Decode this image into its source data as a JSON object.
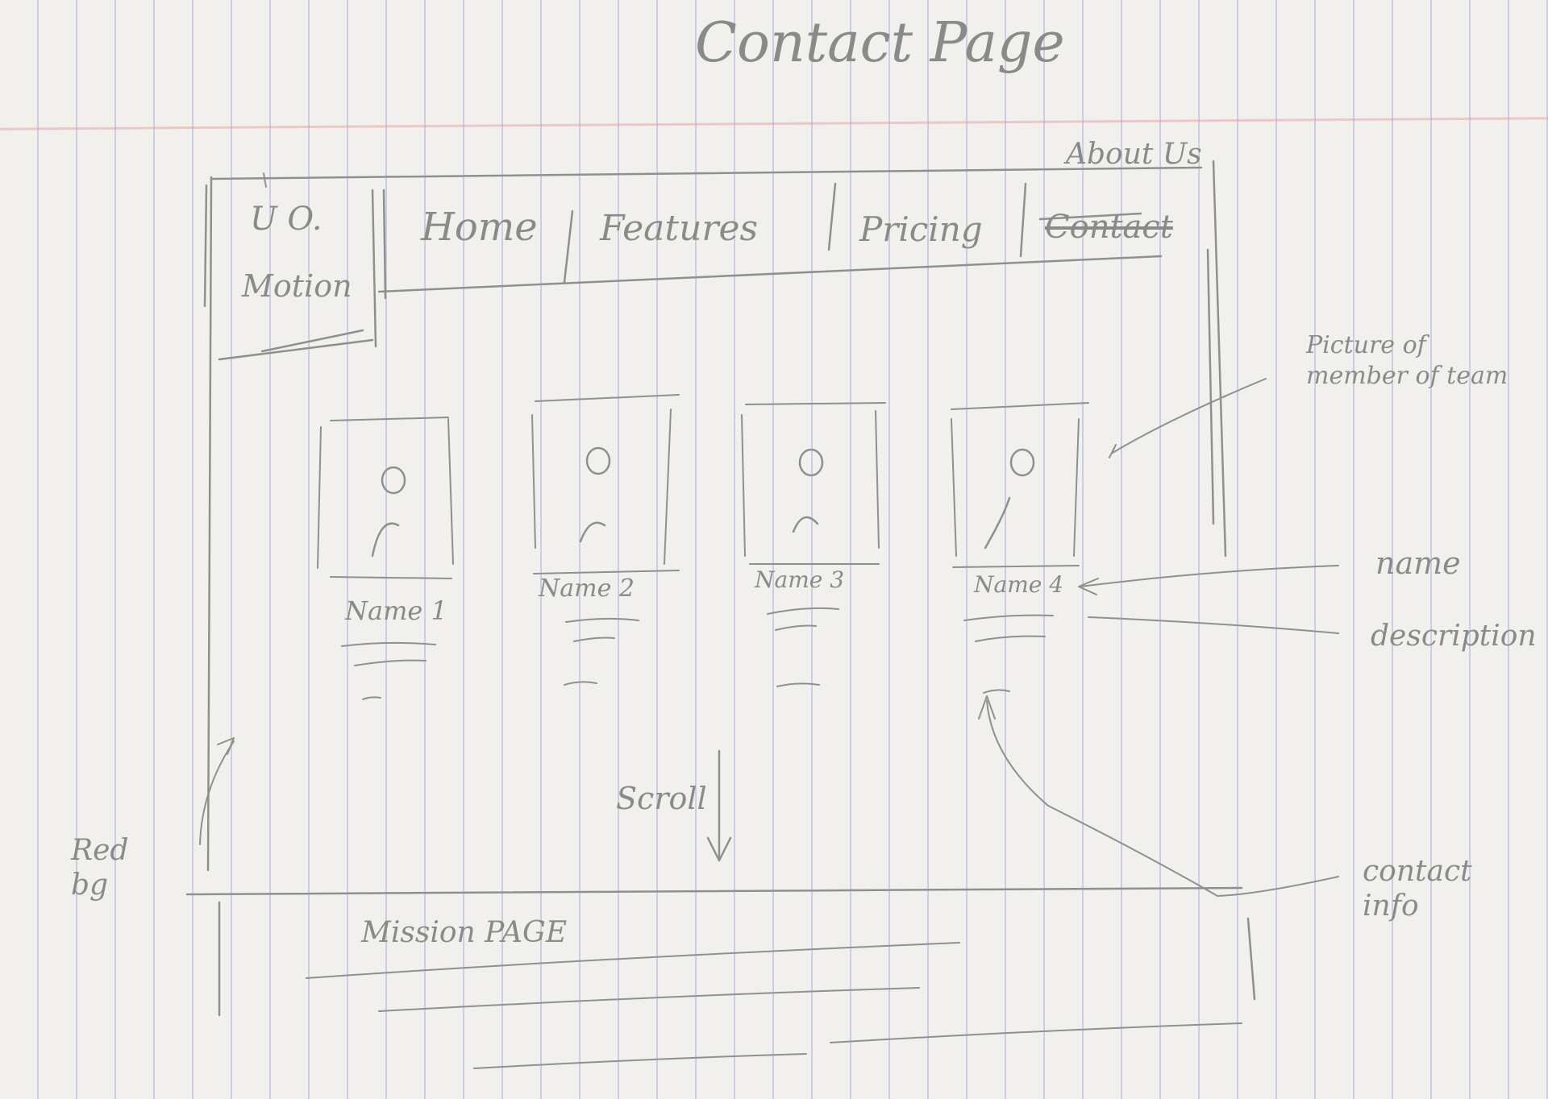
{
  "title": "Contact Page",
  "nav": {
    "logo_line1": "U O.",
    "logo_line2": "Motion",
    "items": [
      "Home",
      "Features",
      "Pricing",
      "Contact"
    ],
    "about_us": "About Us"
  },
  "team": [
    {
      "name": "Name 1"
    },
    {
      "name": "Name 2"
    },
    {
      "name": "Name 3"
    },
    {
      "name": "Name 4"
    }
  ],
  "scroll_label": "Scroll",
  "mission_label": "Mission PAGE",
  "annotations": {
    "picture": "Picture of member of team",
    "name": "name",
    "description": "description",
    "contact_info": "contact info",
    "red_bg": "Red bg"
  }
}
